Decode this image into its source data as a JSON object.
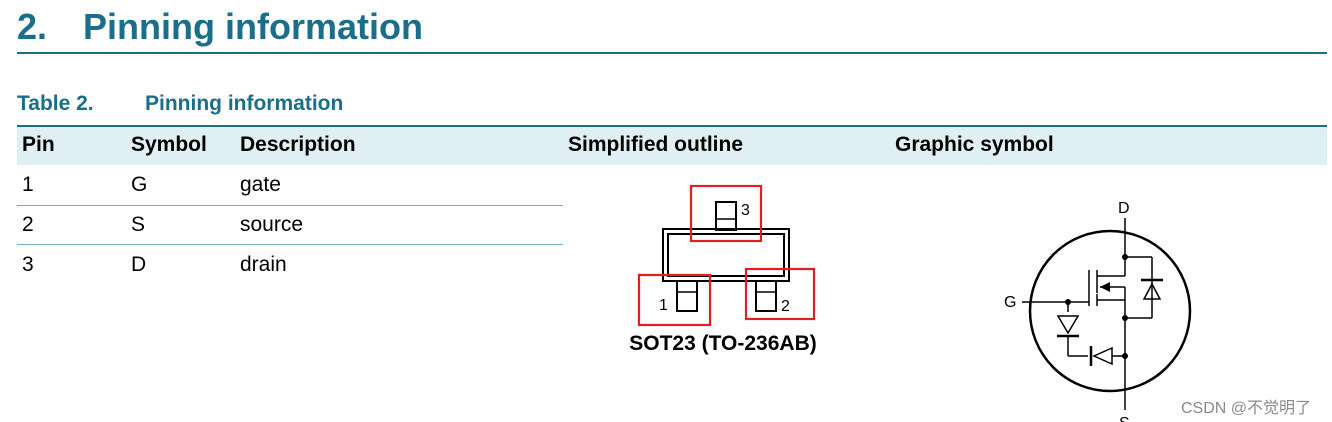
{
  "section": {
    "number": "2.",
    "title": "Pinning information"
  },
  "table": {
    "number": "Table 2.",
    "title": "Pinning information",
    "headers": {
      "pin": "Pin",
      "symbol": "Symbol",
      "description": "Description",
      "outline": "Simplified outline",
      "graphic": "Graphic symbol"
    },
    "rows": [
      {
        "pin": "1",
        "symbol": "G",
        "description": "gate"
      },
      {
        "pin": "2",
        "symbol": "S",
        "description": "source"
      },
      {
        "pin": "3",
        "symbol": "D",
        "description": "drain"
      }
    ]
  },
  "outline": {
    "pin_labels": [
      "1",
      "2",
      "3"
    ],
    "package_label": "SOT23 (TO-236AB)",
    "highlight_color": "#e02020"
  },
  "graphic_symbol": {
    "labels": {
      "drain": "D",
      "gate": "G",
      "source": "S"
    }
  },
  "colors": {
    "accent": "#1a6e8a",
    "header_band": "#e0eff4",
    "row_rule": "#6fb0c6"
  },
  "watermark": "CSDN @不觉明了"
}
